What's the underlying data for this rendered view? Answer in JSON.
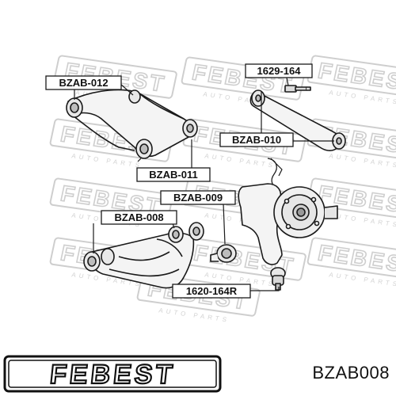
{
  "diagram": {
    "callouts": {
      "bzab_012": "BZAB-012",
      "p1629_164": "1629-164",
      "bzab_010": "BZAB-010",
      "bzab_011": "BZAB-011",
      "bzab_009": "BZAB-009",
      "bzab_008": "BZAB-008",
      "p1620_164r": "1620-164R"
    },
    "watermark": "FEBEST",
    "watermark_sub": "AUTO PARTS"
  },
  "brand": {
    "logo_text": "FEBEST"
  },
  "part_number": "BZAB008"
}
